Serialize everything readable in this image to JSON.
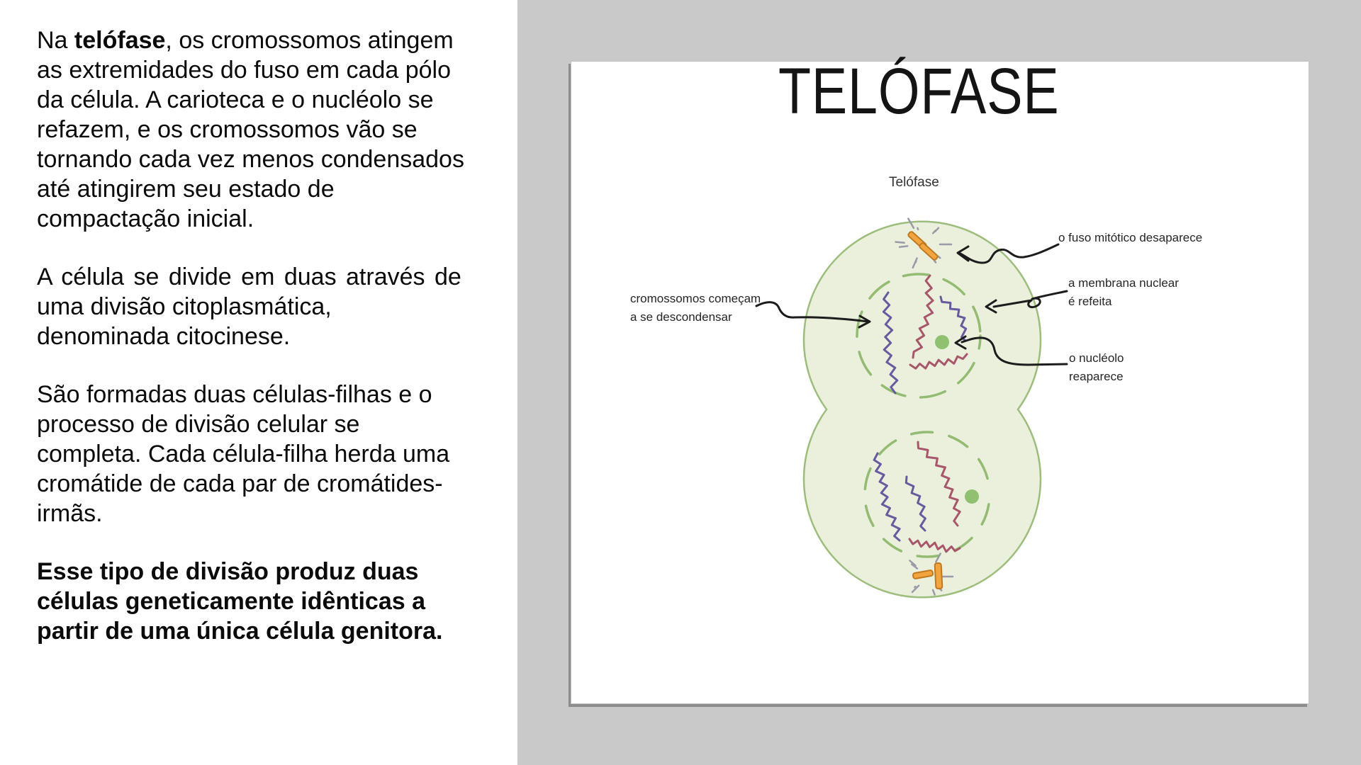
{
  "left_panel": {
    "p1": {
      "l1_pre": "Na ",
      "l1_bold": "telófase",
      "l1_post": ", os cromossomos atingem",
      "lines": [
        "as extremidades do fuso em cada pólo",
        "da célula. A carioteca e o nucléolo se",
        "refazem, e os cromossomos vão se",
        "tornando cada vez menos condensados",
        "até atingirem seu estado de",
        "compactação inicial."
      ]
    },
    "p2": {
      "lines": [
        "A célula se divide em duas através de",
        "uma divisão citoplasmática,",
        "denominada citocinese."
      ]
    },
    "p3": {
      "lines": [
        "São formadas duas células-filhas e o",
        "processo de divisão celular se",
        "completa. Cada célula-filha herda uma",
        "cromátide de cada par de cromátides-",
        "irmãs."
      ]
    },
    "p4": {
      "lines": [
        "Esse tipo de divisão produz duas",
        "células geneticamente idênticas a",
        "partir de uma única célula genitora."
      ]
    }
  },
  "slide": {
    "title": "TELÓFASE",
    "diagram_caption": "Telófase",
    "labels": {
      "spindle": "o fuso mitótico desaparece",
      "membrane_line1": "a membrana nuclear",
      "membrane_line2": "é refeita",
      "nucleolus_line1": "o nucléolo",
      "nucleolus_line2": "reaparece",
      "chromosomes_line1": "cromossomos começam",
      "chromosomes_line2": "a se descondensar"
    },
    "colors": {
      "background_gray": "#c9c9c9",
      "cell_fill": "#eaf0dc",
      "cell_border": "#9cbd7b",
      "nuclear_envelope": "#94bb72",
      "nucleolus": "#8fc170",
      "chromosome_purple": "#675a9e",
      "chromosome_maroon": "#a8566a",
      "centriole_fill": "#f2a43e",
      "centriole_border": "#bf7a1f",
      "aster_gray": "#9a9aa8",
      "arrow_black": "#1c1c1c"
    }
  }
}
